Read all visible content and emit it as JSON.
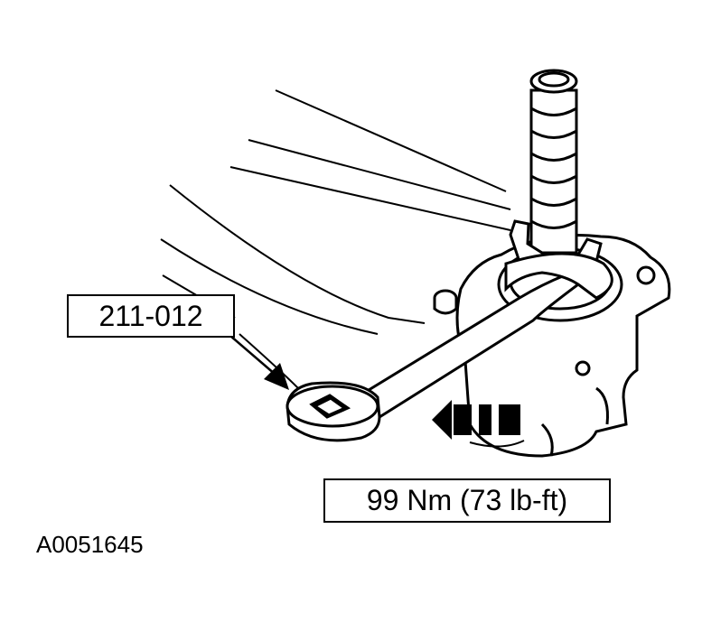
{
  "callouts": {
    "tool_number": "211-012",
    "torque_spec": "99 Nm (73 lb-ft)"
  },
  "figure_id": "A0051645",
  "colors": {
    "line": "#000000",
    "background": "#ffffff"
  },
  "icons": {
    "direction_arrow": "arrow-left-icon"
  }
}
